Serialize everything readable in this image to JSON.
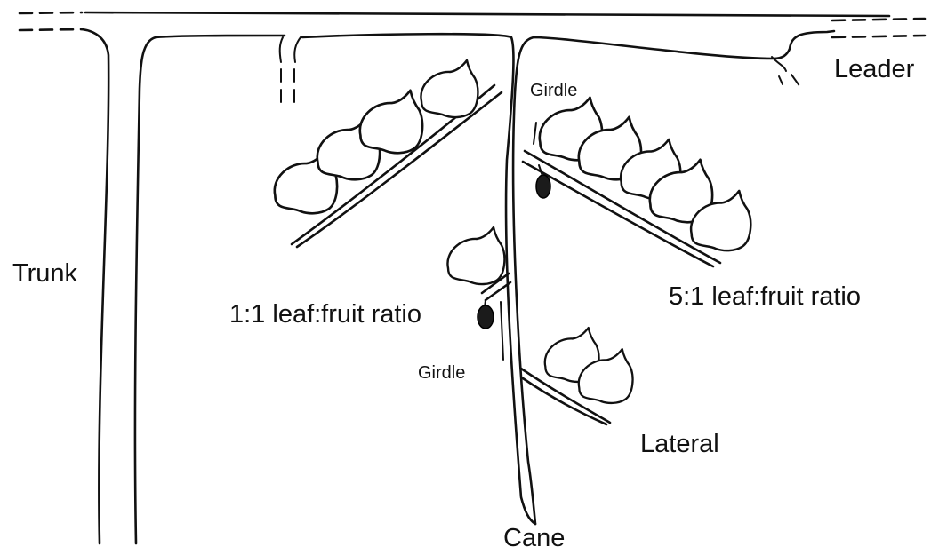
{
  "labels": {
    "leader": "Leader",
    "girdle_top": "Girdle",
    "trunk": "Trunk",
    "ratio_left": "1:1 leaf:fruit ratio",
    "ratio_right": "5:1 leaf:fruit ratio",
    "girdle_bottom": "Girdle",
    "lateral": "Lateral",
    "cane": "Cane"
  },
  "colors": {
    "line": "#111111",
    "fruit": "#1b1b1b",
    "background": "#ffffff"
  }
}
